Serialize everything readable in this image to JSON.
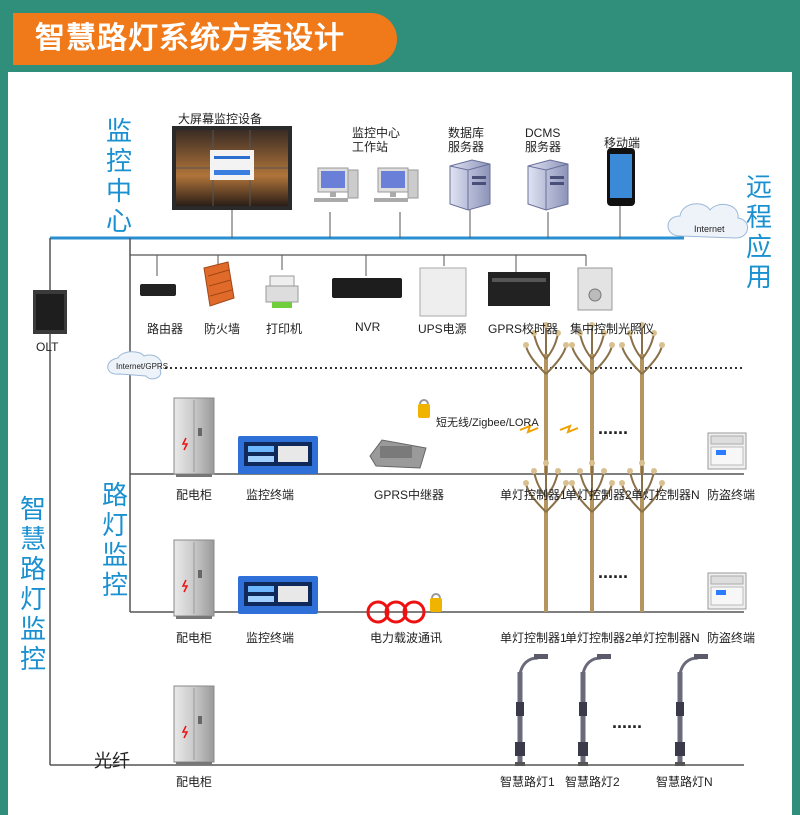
{
  "title": "智慧路灯系统方案设计",
  "sections": {
    "monitor_center": "监控中心",
    "remote_app": "远程应用",
    "street_monitor": "路灯监控",
    "smart_monitor": "智慧路灯监控"
  },
  "center_devices": {
    "big_screen": "大屏幕监控设备",
    "workstation": "监控中心\n工作站",
    "database": "数据库\n服务器",
    "dcms": "DCMS\n服务器",
    "mobile": "移动端"
  },
  "clouds": {
    "internet": "Internet",
    "internet_gprs": "Internet/GPRS"
  },
  "olt": "OLT",
  "bus_devices": [
    "路由器",
    "防火墙",
    "打印机",
    "NVR",
    "UPS电源",
    "GPRS校时器",
    "集中控制光照仪"
  ],
  "row1": {
    "cabinet": "配电柜",
    "terminal": "监控终端",
    "relay": "GPRS中继器",
    "wireless": "短无线/Zigbee/LORA",
    "controllers": [
      "单灯控制器1",
      "单灯控制器2",
      "单灯控制器N"
    ],
    "antitheft": "防盗终端",
    "dots": "......"
  },
  "row2": {
    "cabinet": "配电柜",
    "terminal": "监控终端",
    "plc": "电力载波通讯",
    "controllers": [
      "单灯控制器1",
      "单灯控制器2",
      "单灯控制器N"
    ],
    "antitheft": "防盗终端",
    "dots": "......"
  },
  "row3": {
    "cabinet": "配电柜",
    "fiber": "光纤",
    "lamps": [
      "智慧路灯1",
      "智慧路灯2",
      "智慧路灯N"
    ],
    "dots": "......"
  },
  "colors": {
    "orange": "#f07a1a",
    "blue_text": "#1a90d0",
    "bus_line": "#2a8fd0",
    "teal_bg": "#2f8f7b"
  }
}
